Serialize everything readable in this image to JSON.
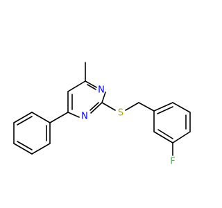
{
  "molecule": {
    "atoms": {
      "N1": {
        "symbol": "N",
        "color": "#0000ff"
      },
      "N3": {
        "symbol": "N",
        "color": "#0000ff"
      },
      "S": {
        "symbol": "S",
        "color": "#b2a600"
      },
      "F": {
        "symbol": "F",
        "color": "#33cc33"
      }
    }
  }
}
